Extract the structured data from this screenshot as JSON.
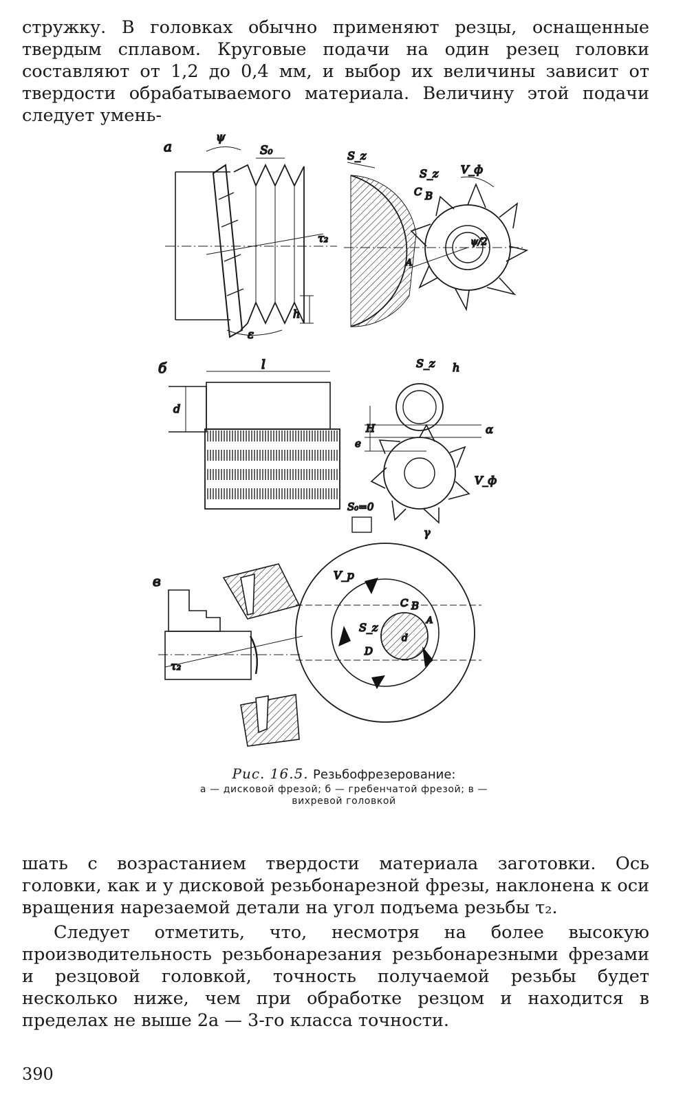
{
  "text": {
    "top_paragraph": "стружку. В головках обычно применяют резцы, оснащенные твердым сплавом. Круговые подачи на один резец головки составляют от 1,2 до 0,4 мм, и выбор их величины зависит от твердости обрабатываемого материала. Величину этой подачи следует умень-",
    "bottom_paragraph_1": "шать с возрастанием твердости материала заготовки. Ось головки, как и у дисковой резьбонарезной фрезы, наклонена к оси вращения нарезаемой детали на угол подъема резьбы τ₂.",
    "bottom_paragraph_2": "Следует отметить, что, несмотря на более высокую производительность резьбонарезания резьбонарезными фрезами и резцовой головкой, точность получаемой резьбы будет несколько ниже, чем при обработке резцом и находится в пределах не выше 2а — 3-го класса точности."
  },
  "figure": {
    "label_a": "а",
    "label_b": "б",
    "label_v": "в",
    "labels": {
      "psi": "ψ",
      "s0": "S₀",
      "sz": "S_z",
      "sz2": "S_z",
      "c": "C",
      "b": "B",
      "vf": "V_ф",
      "tau2": "τ₂",
      "psi2": "ψ/2",
      "a_pt": "A",
      "h": "h",
      "eps": "ε",
      "l": "l",
      "d": "d",
      "sz_b": "S_z",
      "h_b": "h",
      "e": "e",
      "H": "H",
      "alpha": "α",
      "vf_b": "V_ф",
      "gamma": "γ",
      "s0_zero": "S₀=0",
      "vp": "V_р",
      "c_v": "C",
      "b_v": "B",
      "a_v": "A",
      "sz_v": "S_z",
      "D_v": "D",
      "d_v": "d",
      "tau2_v": "τ₂"
    }
  },
  "caption": {
    "label": "Рис. 16.5.",
    "title": "Резьбофрезерование:",
    "subtitle_1": "а — дисковой фрезой; б — гребенчатой фрезой; в —",
    "subtitle_2": "вихревой головкой"
  },
  "page_number": "390"
}
